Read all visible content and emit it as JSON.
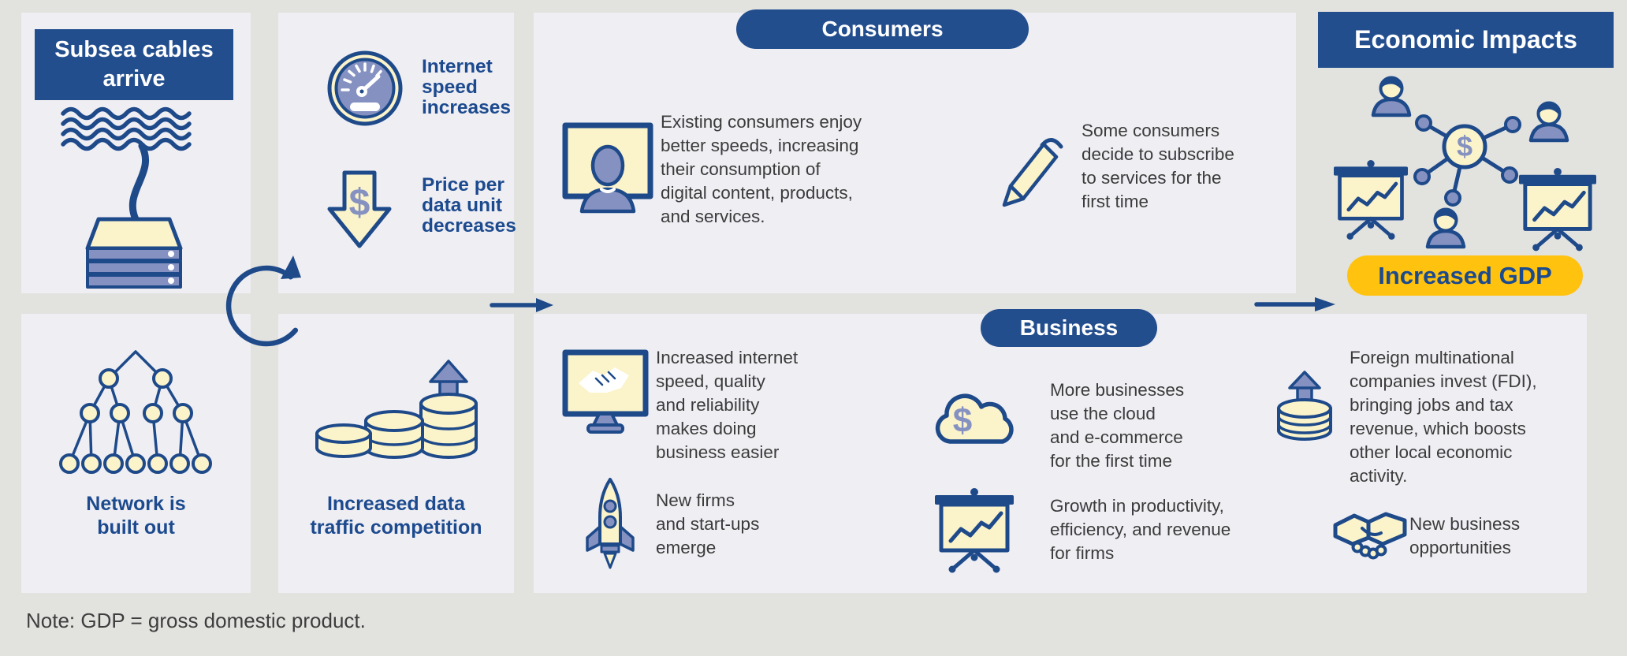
{
  "palette": {
    "background": "#e2e2df",
    "panel": "#efeef3",
    "blue": "#234e8e",
    "blue_text": "#1c4a8e",
    "yellow": "#ffc20e",
    "cream": "#fbf3c9",
    "periwinkle": "#8591c1",
    "body_text": "#3b3b3b"
  },
  "subsea": {
    "title": "Subsea cables\narrive",
    "icon": "subsea-cable-server-icon"
  },
  "network": {
    "label": "Network is\nbuilt out",
    "icon": "network-tree-icon"
  },
  "speed_price": {
    "speed_label": "Internet\nspeed\nincreases",
    "speed_icon": "speedometer-icon",
    "price_label": "Price per\ndata unit\ndecreases",
    "price_icon": "dollar-down-arrow-icon"
  },
  "traffic": {
    "label": "Increased data\ntraffic competition",
    "icon": "coin-stacks-up-arrow-icon"
  },
  "consumers": {
    "badge": "Consumers",
    "items": [
      {
        "icon": "monitor-person-icon",
        "text": "Existing consumers enjoy\nbetter speeds, increasing\ntheir consumption of\ndigital content, products,\nand services."
      },
      {
        "icon": "pen-icon",
        "text": "Some consumers\ndecide to subscribe\nto services for the\nfirst time"
      }
    ]
  },
  "business": {
    "badge": "Business",
    "items": [
      {
        "icon": "monitor-handshake-icon",
        "text": "Increased internet\nspeed, quality\nand reliability\nmakes doing\nbusiness easier"
      },
      {
        "icon": "rocket-icon",
        "text": "New firms\nand start-ups\nemerge"
      },
      {
        "icon": "cloud-dollar-icon",
        "text": "More businesses\nuse the cloud\nand e-commerce\nfor the first time"
      },
      {
        "icon": "presentation-chart-icon",
        "text": "Growth in productivity,\nefficiency, and revenue\nfor firms"
      },
      {
        "icon": "coins-up-arrow-icon",
        "text": "Foreign multinational\ncompanies invest (FDI),\nbringing jobs and tax\nrevenue, which boosts\nother local economic\nactivity."
      },
      {
        "icon": "handshake-icon",
        "text": "New business\nopportunities"
      }
    ]
  },
  "impacts": {
    "title": "Economic Impacts",
    "gdp_badge": "Increased GDP",
    "icon": "dollar-network-people-charts-icon"
  },
  "note": "Note: GDP = gross domestic product."
}
